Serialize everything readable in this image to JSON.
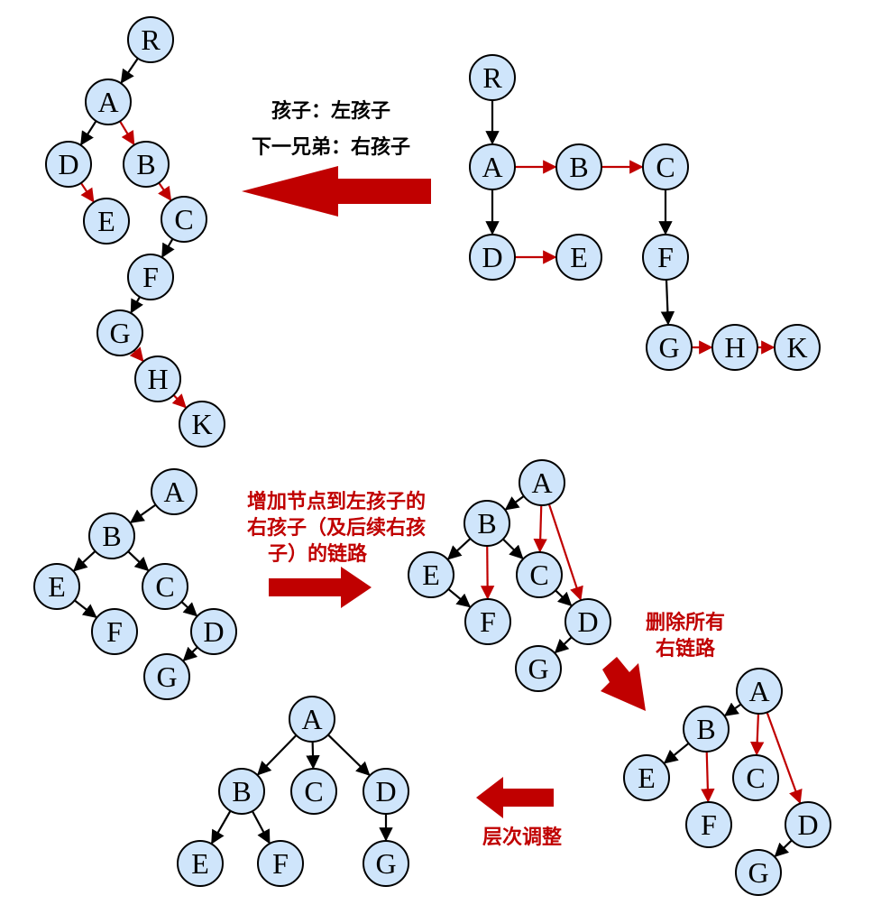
{
  "labels": {
    "rule_line1": "孩子：左孩子",
    "rule_line2": "下一兄弟：右孩子",
    "add_line1": "增加节点到左孩子的",
    "add_line2": "右孩子（及后续右孩",
    "add_line3": "子）的链路",
    "delete_line1": "删除所有",
    "delete_line2": "右链路",
    "level_adjust": "层次调整"
  },
  "colors": {
    "node_fill": "#cfe5fb",
    "child_edge": "#000000",
    "sibling_edge": "#c00000",
    "arrow": "#c00000"
  },
  "trees": {
    "binary_from_tree": {
      "nodes": [
        "R",
        "A",
        "D",
        "B",
        "E",
        "C",
        "F",
        "G",
        "H",
        "K"
      ],
      "edges": [
        [
          "R",
          "A",
          "black"
        ],
        [
          "A",
          "D",
          "black"
        ],
        [
          "A",
          "B",
          "red"
        ],
        [
          "D",
          "E",
          "red"
        ],
        [
          "B",
          "C",
          "red"
        ],
        [
          "C",
          "F",
          "black"
        ],
        [
          "F",
          "G",
          "black"
        ],
        [
          "G",
          "H",
          "red"
        ],
        [
          "H",
          "K",
          "red"
        ]
      ]
    },
    "child_sibling_tree": {
      "nodes": [
        "R",
        "A",
        "B",
        "C",
        "D",
        "E",
        "F",
        "G",
        "H",
        "K"
      ],
      "edges": [
        [
          "R",
          "A",
          "black"
        ],
        [
          "A",
          "B",
          "red"
        ],
        [
          "B",
          "C",
          "red"
        ],
        [
          "A",
          "D",
          "black"
        ],
        [
          "D",
          "E",
          "red"
        ],
        [
          "C",
          "F",
          "black"
        ],
        [
          "F",
          "G",
          "black"
        ],
        [
          "G",
          "H",
          "red"
        ],
        [
          "H",
          "K",
          "red"
        ]
      ]
    },
    "binary_input": {
      "nodes": [
        "A",
        "B",
        "E",
        "C",
        "F",
        "D",
        "G"
      ],
      "edges": [
        [
          "A",
          "B",
          "black"
        ],
        [
          "B",
          "E",
          "black"
        ],
        [
          "B",
          "C",
          "black"
        ],
        [
          "E",
          "F",
          "black"
        ],
        [
          "C",
          "D",
          "black"
        ],
        [
          "D",
          "G",
          "black"
        ]
      ]
    },
    "added_links": {
      "nodes": [
        "A",
        "B",
        "E",
        "F",
        "C",
        "D",
        "G"
      ],
      "edges": [
        [
          "A",
          "B",
          "black"
        ],
        [
          "A",
          "C",
          "red"
        ],
        [
          "A",
          "D",
          "red"
        ],
        [
          "B",
          "E",
          "black"
        ],
        [
          "B",
          "F",
          "red"
        ],
        [
          "B",
          "C",
          "black"
        ],
        [
          "E",
          "F",
          "black"
        ],
        [
          "C",
          "D",
          "black"
        ],
        [
          "D",
          "G",
          "black"
        ]
      ]
    },
    "right_links_deleted": {
      "nodes": [
        "A",
        "B",
        "C",
        "D",
        "E",
        "F",
        "G"
      ],
      "edges": [
        [
          "A",
          "B",
          "black"
        ],
        [
          "A",
          "C",
          "red"
        ],
        [
          "A",
          "D",
          "red"
        ],
        [
          "B",
          "E",
          "black"
        ],
        [
          "B",
          "F",
          "red"
        ],
        [
          "D",
          "G",
          "black"
        ]
      ]
    },
    "adjusted_tree": {
      "nodes": [
        "A",
        "B",
        "C",
        "D",
        "E",
        "F",
        "G"
      ],
      "edges": [
        [
          "A",
          "B",
          "black"
        ],
        [
          "A",
          "C",
          "black"
        ],
        [
          "A",
          "D",
          "black"
        ],
        [
          "B",
          "E",
          "black"
        ],
        [
          "B",
          "F",
          "black"
        ],
        [
          "D",
          "G",
          "black"
        ]
      ]
    }
  }
}
